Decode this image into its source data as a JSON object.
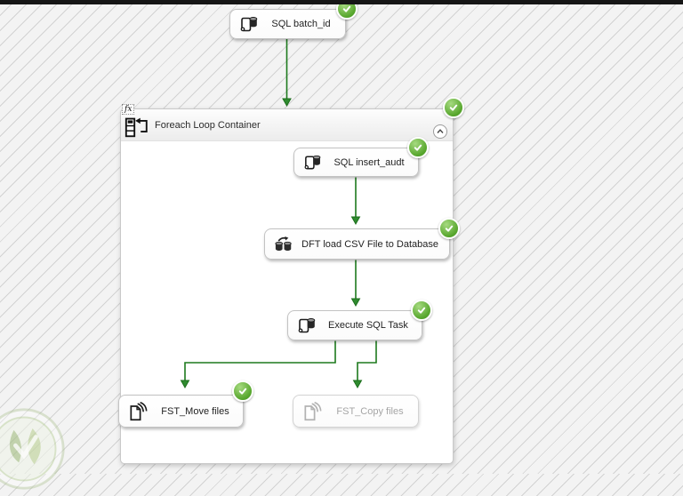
{
  "container": {
    "title": "Foreach Loop Container",
    "fx_badge": "fx",
    "status": "success"
  },
  "tasks": {
    "batch": {
      "label": "SQL batch_id",
      "status": "success"
    },
    "insert_audit": {
      "label": "SQL insert_audt",
      "status": "success"
    },
    "load_csv": {
      "label": "DFT load CSV File to Database",
      "status": "success"
    },
    "execute_sql": {
      "label": "Execute SQL Task",
      "status": "success"
    },
    "move_files": {
      "label": "FST_Move files",
      "status": "success"
    },
    "copy_files": {
      "label": "FST_Copy files",
      "status": "disabled"
    }
  },
  "icons": {
    "success_check": "✓",
    "collapse_chevron": "chevron-up"
  },
  "colors": {
    "connector_green": "#1d7a1d",
    "arrowhead_green": "#2f8b2f",
    "success_green": "#58a72e",
    "disabled_gray": "#a5a5a5",
    "background_gray": "#f3f3f3"
  }
}
